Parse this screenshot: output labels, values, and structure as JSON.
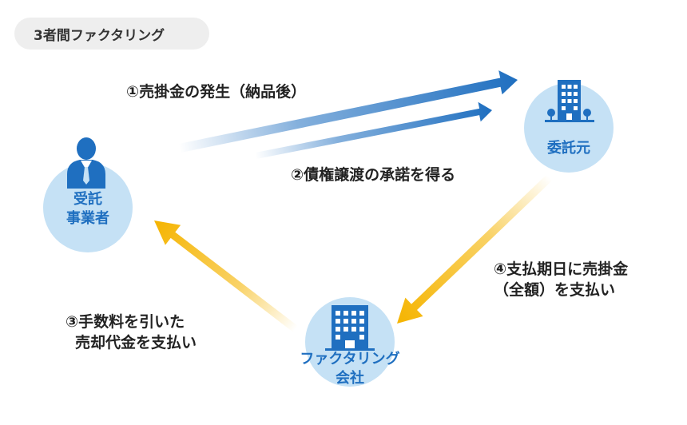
{
  "title": "3者間ファクタリング",
  "nodes": {
    "contractor": {
      "line1": "受託",
      "line2": "事業者"
    },
    "client": {
      "label": "委託元"
    },
    "factoring": {
      "line1": "ファクタリング",
      "line2": "会社"
    }
  },
  "steps": {
    "step1": "①売掛金の発生（納品後）",
    "step2": "②債権譲渡の承諾を得る",
    "step3": {
      "line1": "③手数料を引いた",
      "line2": "売却代金を支払い"
    },
    "step4": {
      "line1": "④支払期日に売掛金",
      "line2": "（全額）を支払い"
    }
  },
  "colors": {
    "node_fill": "#c5e1f5",
    "icon": "#1f6fc0",
    "blue_arrow": "#1f6fc0",
    "orange_arrow": "#f5b400"
  }
}
